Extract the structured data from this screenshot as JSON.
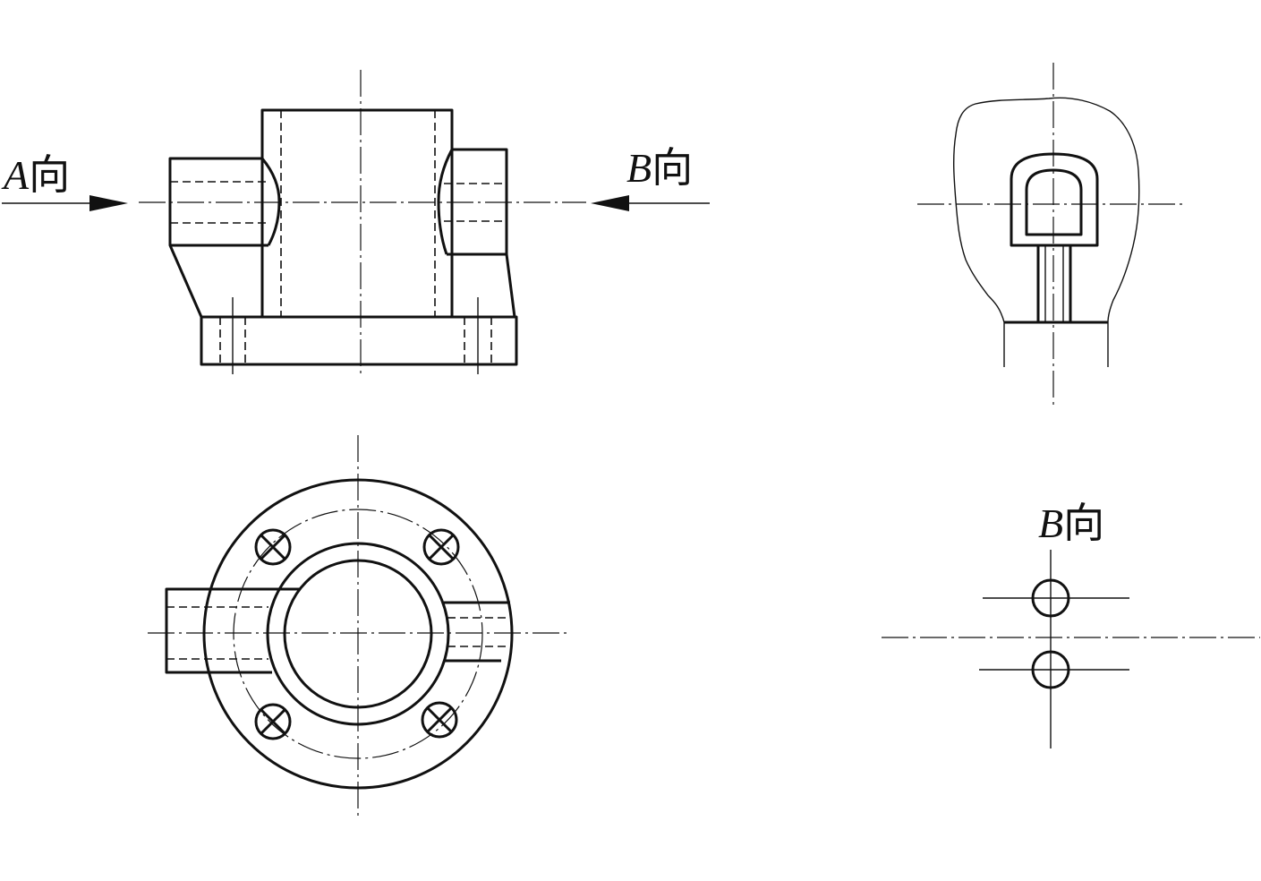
{
  "labels": {
    "view_a_letter": "A",
    "view_b_letter": "B",
    "direction_char": "向",
    "b_view_title_letter": "B",
    "b_view_title_char": "向"
  },
  "colors": {
    "line": "#111111",
    "background": "#ffffff"
  }
}
